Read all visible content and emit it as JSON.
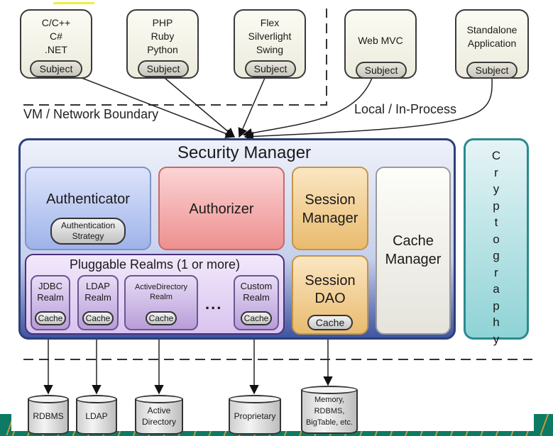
{
  "diagram": {
    "clients": [
      {
        "lines": [
          "C/C++",
          "C#",
          ".NET"
        ],
        "subject": "Subject"
      },
      {
        "lines": [
          "PHP",
          "Ruby",
          "Python"
        ],
        "subject": "Subject"
      },
      {
        "lines": [
          "Flex",
          "Silverlight",
          "Swing"
        ],
        "subject": "Subject"
      },
      {
        "lines": [
          "Web MVC"
        ],
        "subject": "Subject"
      },
      {
        "lines": [
          "Standalone",
          "Application"
        ],
        "subject": "Subject"
      }
    ],
    "boundary_labels": {
      "network": "VM / Network Boundary",
      "local": "Local / In-Process"
    },
    "security_manager": {
      "title": "Security Manager",
      "authenticator": {
        "title": "Authenticator",
        "strategy": [
          "Authentication",
          "Strategy"
        ]
      },
      "authorizer": {
        "title": "Authorizer"
      },
      "session_manager": {
        "lines": [
          "Session",
          "Manager"
        ]
      },
      "session_dao": {
        "lines": [
          "Session",
          "DAO"
        ],
        "cache": "Cache"
      },
      "cache_manager": {
        "lines": [
          "Cache",
          "Manager"
        ]
      },
      "realms": {
        "title": "Pluggable Realms (1 or more)",
        "items": [
          {
            "lines": [
              "JDBC",
              "Realm"
            ],
            "cache": "Cache"
          },
          {
            "lines": [
              "LDAP",
              "Realm"
            ],
            "cache": "Cache"
          },
          {
            "lines": [
              "ActiveDirectory",
              "Realm"
            ],
            "cache": "Cache"
          },
          {
            "lines": [
              "Custom",
              "Realm"
            ],
            "cache": "Cache"
          }
        ],
        "ellipsis": "..."
      }
    },
    "cryptography": {
      "letters": [
        "C",
        "r",
        "y",
        "p",
        "t",
        "o",
        "g",
        "r",
        "a",
        "p",
        "h",
        "y"
      ]
    },
    "datastores": [
      {
        "lines": [
          "RDBMS"
        ]
      },
      {
        "lines": [
          "LDAP"
        ]
      },
      {
        "lines": [
          "Active",
          "Directory"
        ]
      },
      {
        "lines": [
          "Proprietary"
        ]
      },
      {
        "lines": [
          "Memory,",
          "RDBMS,",
          "BigTable, etc."
        ]
      }
    ]
  }
}
